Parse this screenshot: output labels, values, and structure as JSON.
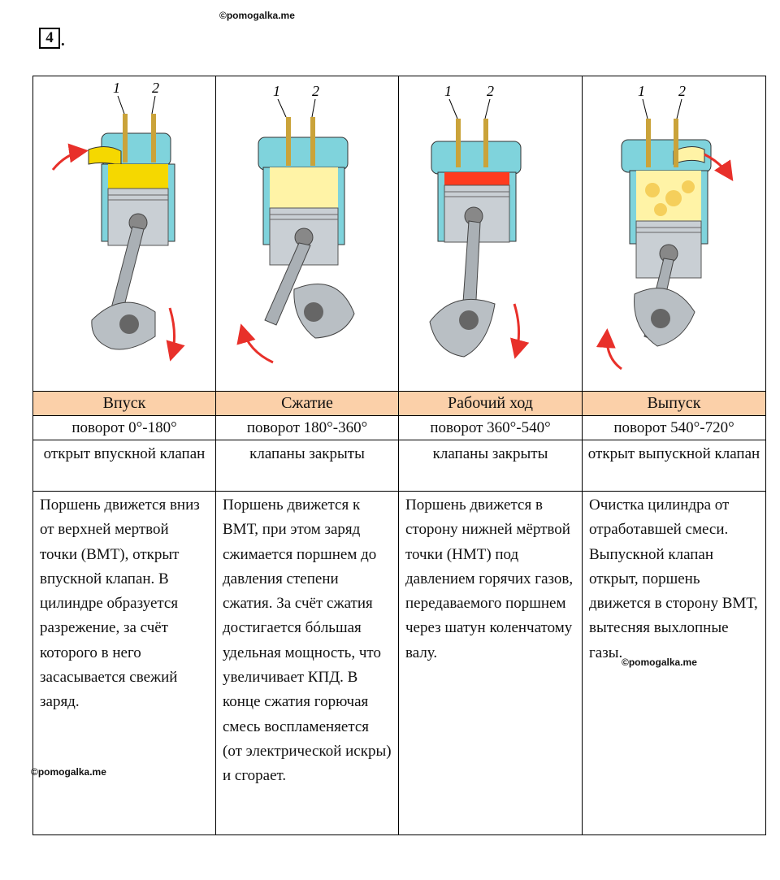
{
  "header": {
    "watermark": "©pomogalka.me",
    "task_number": "4",
    "task_dot": "."
  },
  "strokes": [
    {
      "name": "Впуск",
      "angle": "поворот 0°-180°",
      "valves": "открыт впускной клапан",
      "description": "Поршень движется вниз от верхней мертвой точки (ВМТ), открыт впускной клапан. В цилиндре образуется разрежение, за счёт которого в него засасывается свежий заряд."
    },
    {
      "name": "Сжатие",
      "angle": "поворот 180°-360°",
      "valves": "клапаны закрыты",
      "description": "Поршень движется к ВМТ, при этом заряд сжимается поршнем до давления степени сжатия. За счёт сжатия достигается бóльшая удельная мощность, что увеличивает КПД. В конце сжатия горючая смесь воспламеняется (от электрической искры) и сгорает."
    },
    {
      "name": "Рабочий ход",
      "angle": "поворот 360°-540°",
      "valves": "клапаны закрыты",
      "description": "Поршень движется в сторону нижней мёртвой точки (НМТ) под давлением горячих газов, передаваемого поршнем через шатун коленчатому валу."
    },
    {
      "name": "Выпуск",
      "angle": "поворот 540°-720°",
      "valves": "открыт выпускной клапан",
      "description": "Очистка цилиндра от отработавшей смеси. Выпускной клапан открыт, поршень движется в сторону ВМТ, вытесняя выхлопные газы."
    }
  ],
  "diagram": {
    "valve_label_1": "1",
    "valve_label_2": "2",
    "colors": {
      "cylinder": "#7fd3dc",
      "chamber_fill": "#fff3a6",
      "intake": "#f5d800",
      "combustion": "#ff3b1f",
      "piston": "#c9cfd4",
      "arrow": "#e8302a"
    }
  }
}
